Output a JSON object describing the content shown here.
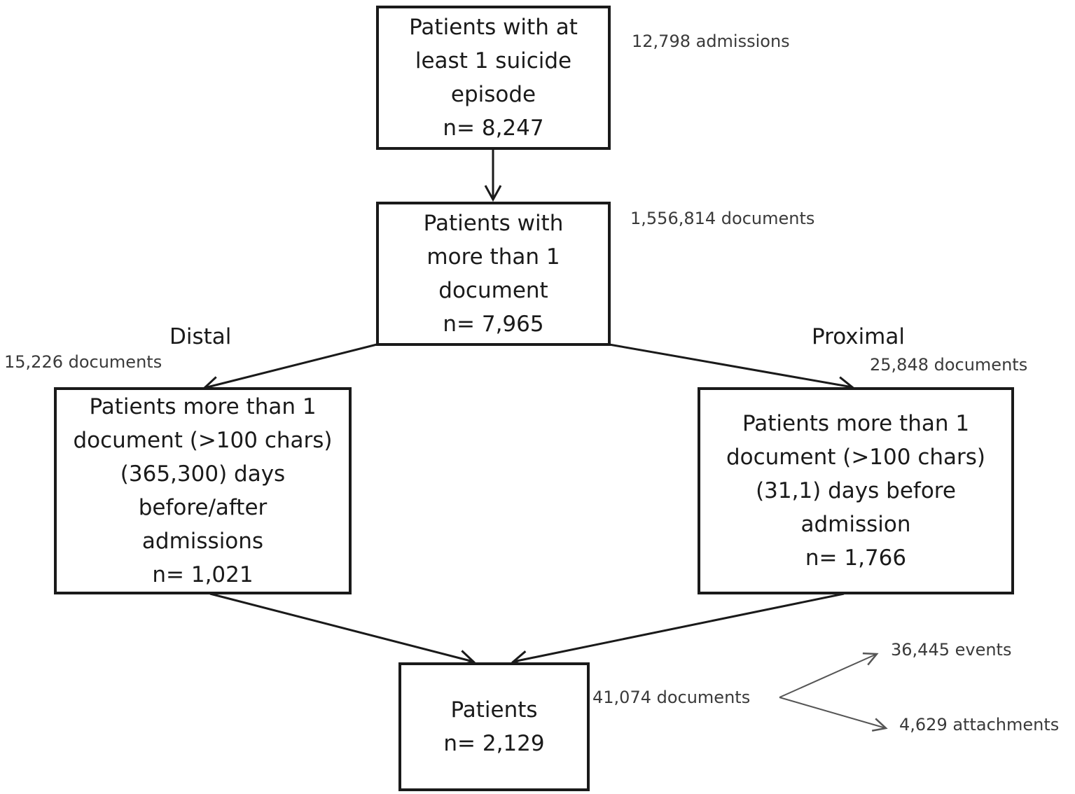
{
  "boxes": {
    "top": {
      "lines": [
        "Patients with at",
        "least 1 suicide",
        "episode",
        "n= 8,247"
      ]
    },
    "second": {
      "lines": [
        "Patients with",
        "more than 1",
        "document",
        "n= 7,965"
      ]
    },
    "distal": {
      "lines": [
        "Patients more than 1",
        "document (>100 chars)",
        "(365,300) days",
        "before/after",
        "admissions",
        "n= 1,021"
      ]
    },
    "proximal": {
      "lines": [
        "Patients more than 1",
        "document (>100 chars)",
        "(31,1) days before",
        "admission",
        "n= 1,766"
      ]
    },
    "final": {
      "lines": [
        "Patients",
        "n= 2,129"
      ]
    }
  },
  "notes": {
    "admissions": "12,798 admissions",
    "documents_all": "1,556,814 documents",
    "documents_distal": "15,226 documents",
    "documents_proximal": "25,848 documents",
    "documents_final": "41,074 documents",
    "events": "36,445 events",
    "attachments": "4,629 attachments"
  },
  "branches": {
    "distal": "Distal",
    "proximal": "Proximal"
  },
  "colors": {
    "stroke": "#1a1a1a",
    "note_text": "#3a3a3a",
    "thin_arrow": "#555555"
  }
}
